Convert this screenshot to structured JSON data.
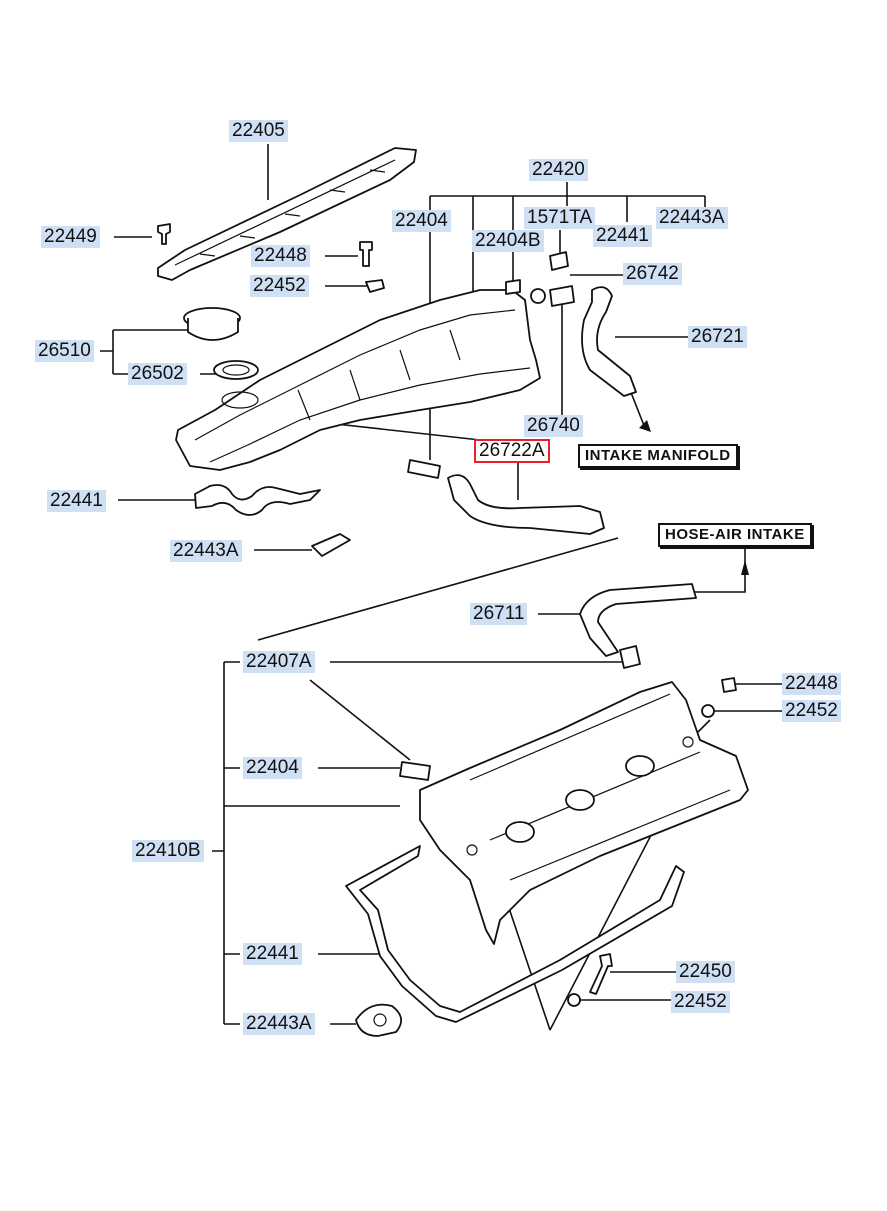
{
  "labels": {
    "l22405": "22405",
    "l22420": "22420",
    "l22404_top": "22404",
    "l1571TA": "1571TA",
    "l22443A_top": "22443A",
    "l22449": "22449",
    "l22448_top": "22448",
    "l22404B": "22404B",
    "l22441_topright": "22441",
    "l26742": "26742",
    "l22452_top": "22452",
    "l26510": "26510",
    "l26721": "26721",
    "l26502": "26502",
    "l26740": "26740",
    "l26722A": "26722A",
    "l22441_left": "22441",
    "l22443A_mid": "22443A",
    "l26711": "26711",
    "l22407A": "22407A",
    "l22448_right": "22448",
    "l22452_right": "22452",
    "l22404_bottom": "22404",
    "l22410B": "22410B",
    "l22441_bottom": "22441",
    "l22450": "22450",
    "l22452_bottom": "22452",
    "l22443A_bottom": "22443A"
  },
  "selected_part": "26722A",
  "boxes": {
    "intake_manifold": "INTAKE MANIFOLD",
    "hose_air_intake": "HOSE-AIR INTAKE"
  },
  "colors": {
    "label_bg": "#cfe0f4",
    "selected_border": "#e8202a",
    "line": "#111111"
  }
}
